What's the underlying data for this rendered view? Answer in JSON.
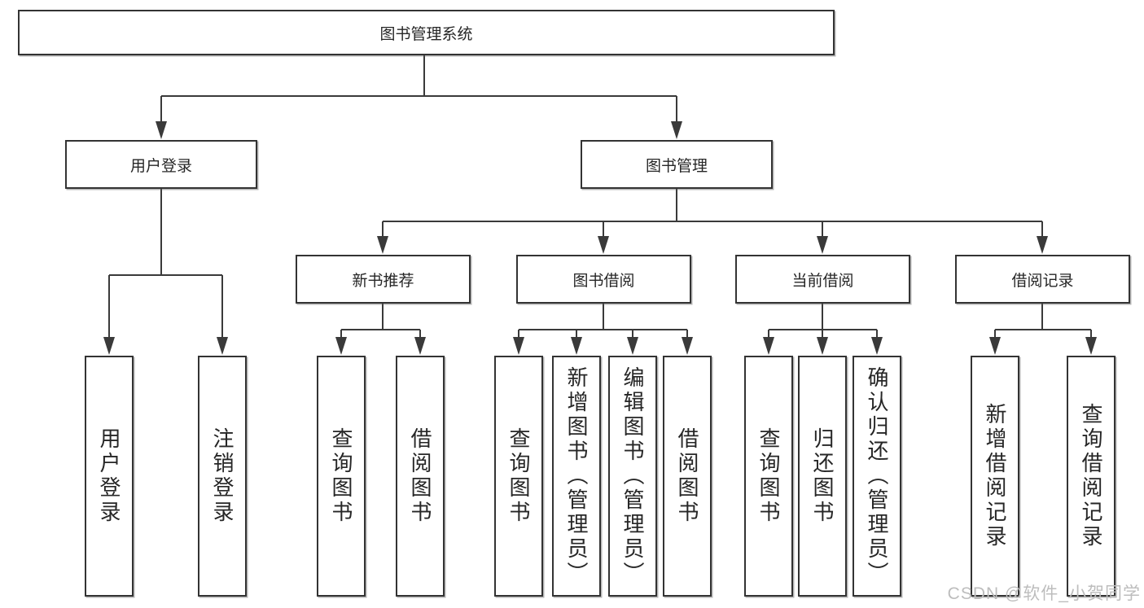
{
  "tree": {
    "root": {
      "label": "图书管理系统",
      "children": [
        {
          "label": "用户登录",
          "children": [
            {
              "label": "用户登录"
            },
            {
              "label": "注销登录"
            }
          ]
        },
        {
          "label": "图书管理",
          "children": [
            {
              "label": "新书推荐",
              "children": [
                {
                  "label": "查询图书"
                },
                {
                  "label": "借阅图书"
                }
              ]
            },
            {
              "label": "图书借阅",
              "children": [
                {
                  "label": "查询图书"
                },
                {
                  "label": "新增图书（管理员）"
                },
                {
                  "label": "编辑图书（管理员）"
                },
                {
                  "label": "借阅图书"
                }
              ]
            },
            {
              "label": "当前借阅",
              "children": [
                {
                  "label": "查询图书"
                },
                {
                  "label": "归还图书"
                },
                {
                  "label": "确认归还（管理员）"
                }
              ]
            },
            {
              "label": "借阅记录",
              "children": [
                {
                  "label": "新增借阅记录"
                },
                {
                  "label": "查询借阅记录"
                }
              ]
            }
          ]
        }
      ]
    }
  },
  "watermark": {
    "text": "CSDN @软件_小贺同学"
  },
  "colors": {
    "line": "#3a3a3a",
    "border": "#333333",
    "text": "#262626",
    "watermark": "#bdbdbd",
    "bg": "#ffffff"
  }
}
